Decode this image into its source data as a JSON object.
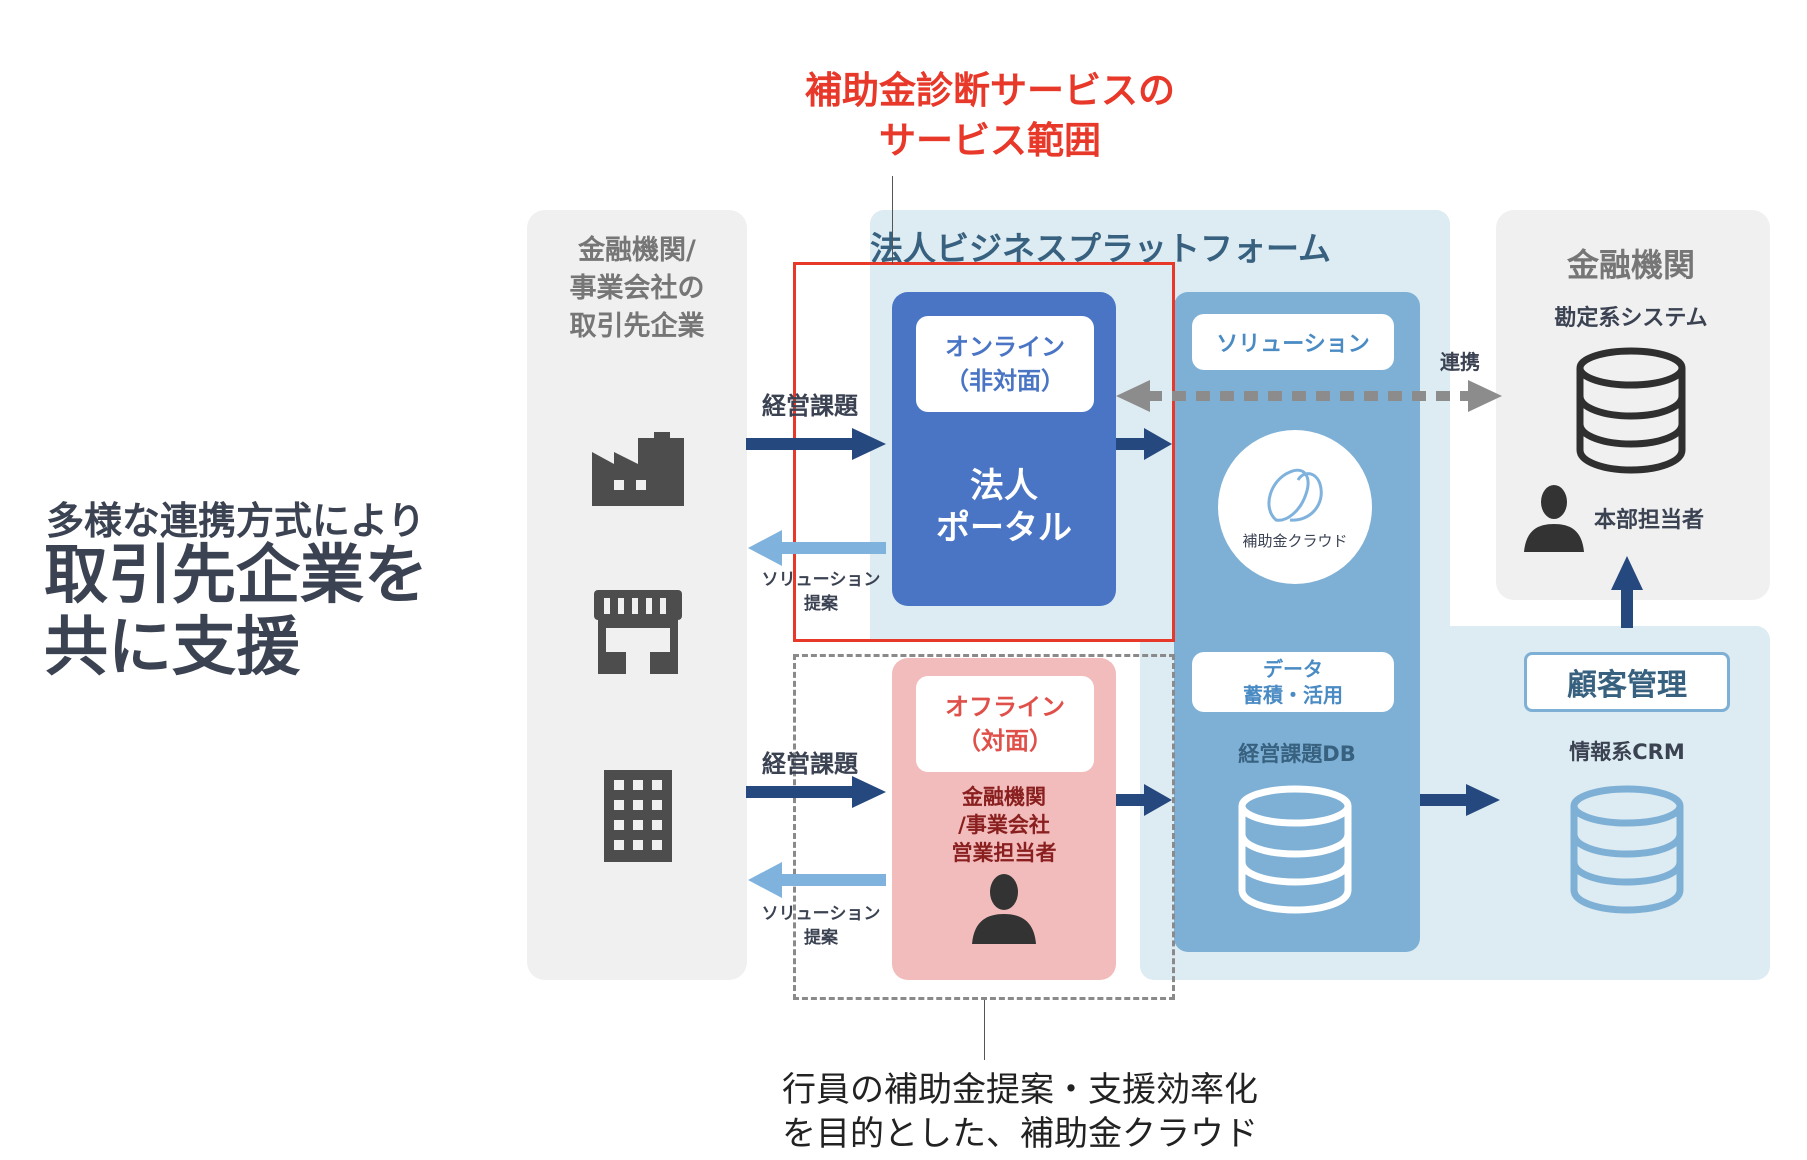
{
  "headline": {
    "line1": "多様な連携方式により",
    "line2": "取引先企業を",
    "line3": "共に支援"
  },
  "scope": {
    "line1": "補助金診断サービスの",
    "line2": "サービス範囲"
  },
  "clients": {
    "title_line1": "金融機関/",
    "title_line2": "事業会社の",
    "title_line3": "取引先企業"
  },
  "platform": {
    "title": "法人ビジネスプラットフォーム"
  },
  "online": {
    "channel_line1": "オンライン",
    "channel_line2": "（非対面）",
    "portal_line1": "法人",
    "portal_line2": "ポータル"
  },
  "offline": {
    "channel_line1": "オフライン",
    "channel_line2": "（対面）",
    "staff_line1": "金融機関",
    "staff_line2": "/事業会社",
    "staff_line3": "営業担当者"
  },
  "arrows": {
    "issue_top": "経営課題",
    "issue_bottom": "経営課題",
    "proposal_top_line1": "ソリューション",
    "proposal_top_line2": "提案",
    "proposal_bottom_line1": "ソリューション",
    "proposal_bottom_line2": "提案",
    "link": "連携"
  },
  "solution": {
    "label": "ソリューション",
    "cloud_name": "補助金クラウド"
  },
  "data_store": {
    "label_line1": "データ",
    "label_line2": "蓄積・活用",
    "db_name": "経営課題DB"
  },
  "bank": {
    "title": "金融機関",
    "system": "勘定系システム",
    "hq": "本部担当者"
  },
  "crm": {
    "title": "顧客管理",
    "name": "情報系CRM"
  },
  "caption": {
    "line1": "行員の補助金提案・支援効率化",
    "line2": "を目的とした、補助金クラウド"
  },
  "colors": {
    "scope_red": "#e8382a",
    "portal_blue": "#4a74c4",
    "offline_pink": "#f2bcbc",
    "arrow_navy": "#25487f",
    "arrow_light": "#7fb2dc",
    "platform_bg": "#ddebf2",
    "solution_bg": "#7eb0d6"
  },
  "icons": [
    "factory-icon",
    "shop-icon",
    "office-building-icon",
    "person-icon",
    "database-icon",
    "cloud-logo-icon"
  ]
}
